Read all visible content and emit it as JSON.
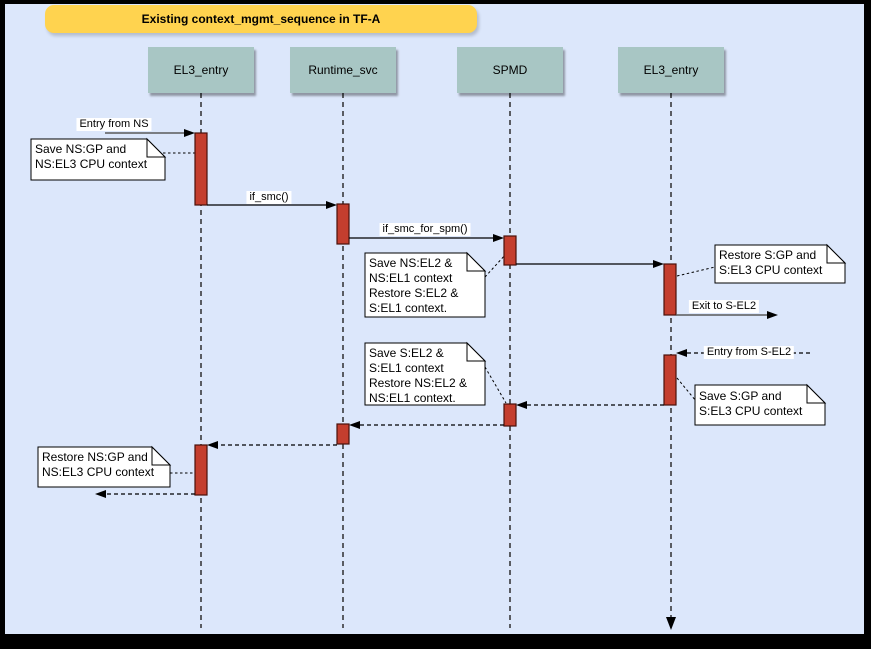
{
  "title": "Existing context_mgmt_sequence in TF-A",
  "lifelines": [
    {
      "label": "EL3_entry"
    },
    {
      "label": "Runtime_svc"
    },
    {
      "label": "SPMD"
    },
    {
      "label": "EL3_entry"
    }
  ],
  "messages": [
    {
      "label": "Entry from NS",
      "from": "environment",
      "to": "EL3_entry",
      "style": "solid"
    },
    {
      "label": "if_smc()",
      "from": "EL3_entry",
      "to": "Runtime_svc",
      "style": "solid"
    },
    {
      "label": "if_smc_for_spm()",
      "from": "Runtime_svc",
      "to": "SPMD",
      "style": "solid"
    },
    {
      "label": "",
      "from": "SPMD",
      "to": "EL3_entry_2",
      "style": "solid"
    },
    {
      "label": "Exit to S-EL2",
      "from": "EL3_entry_2",
      "to": "environment",
      "style": "solid"
    },
    {
      "label": "Entry from S-EL2",
      "from": "environment",
      "to": "EL3_entry_2",
      "style": "dashed"
    },
    {
      "label": "",
      "from": "EL3_entry_2",
      "to": "SPMD",
      "style": "dashed"
    },
    {
      "label": "",
      "from": "SPMD",
      "to": "Runtime_svc",
      "style": "dashed"
    },
    {
      "label": "",
      "from": "Runtime_svc",
      "to": "EL3_entry",
      "style": "dashed"
    },
    {
      "label": "",
      "from": "EL3_entry",
      "to": "environment",
      "style": "dashed"
    }
  ],
  "notes": [
    {
      "text": "Save NS:GP and\nNS:EL3 CPU context",
      "attached_to": "EL3_entry"
    },
    {
      "text": "Save NS:EL2 &\nNS:EL1 context\nRestore S:EL2 &\nS:EL1 context.",
      "attached_to": "SPMD"
    },
    {
      "text": "Restore S:GP and\nS:EL3 CPU context",
      "attached_to": "EL3_entry_2"
    },
    {
      "text": "Save S:EL2 &\nS:EL1 context\nRestore NS:EL2 &\nNS:EL1 context.",
      "attached_to": "SPMD"
    },
    {
      "text": "Save S:GP and\nS:EL3 CPU context",
      "attached_to": "EL3_entry_2"
    },
    {
      "text": "Restore NS:GP and\nNS:EL3 CPU context",
      "attached_to": "EL3_entry"
    }
  ],
  "colors": {
    "background": "#dce7fb",
    "frame": "#000000",
    "title_fill": "#ffd34f",
    "lifeline_header_fill": "#a8c6c4",
    "activation_fill": "#c43e2e",
    "activation_border": "#4a110b",
    "note_fill": "#ffffff",
    "line": "#000000"
  }
}
